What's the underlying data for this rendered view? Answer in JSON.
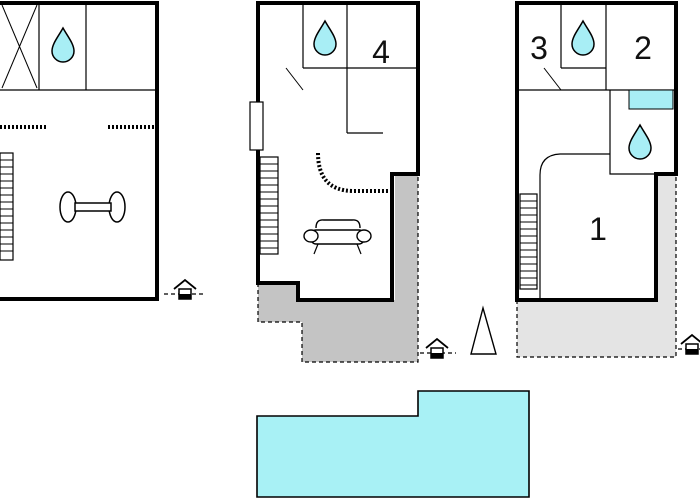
{
  "floorplan": {
    "rooms": [
      {
        "id": "room-1",
        "label": "1"
      },
      {
        "id": "room-2",
        "label": "2"
      },
      {
        "id": "room-3",
        "label": "3"
      },
      {
        "id": "room-4",
        "label": "4"
      }
    ],
    "icons": [
      "bathroom-water-drop-icon",
      "storage-x-icon",
      "dumbbell-icon",
      "sofa-icon",
      "stairs-icon",
      "entrance-house-icon",
      "north-arrow-icon",
      "window-icon"
    ],
    "colors": {
      "water": "#a8eef5",
      "pool": "#a8f1f5",
      "terrace_dark": "#c4c4c4",
      "terrace_light": "#e4e4e4",
      "wall": "#000000"
    }
  }
}
